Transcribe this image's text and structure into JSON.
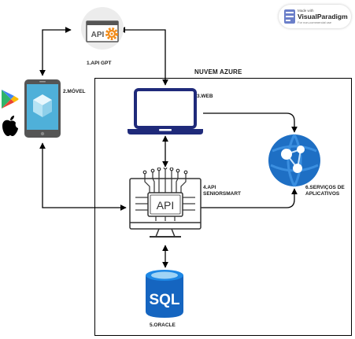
{
  "badge": {
    "made_with": "Made with",
    "brand": "VisualParadigm",
    "note": "For non-commercial use"
  },
  "cloud": {
    "title": "NUVEM AZURE"
  },
  "nodes": {
    "api_gpt": {
      "label": "1.API GPT",
      "icon_text": "API"
    },
    "mobile": {
      "label": "2.MÓVEL"
    },
    "web": {
      "label": "3.WEB"
    },
    "api_senior": {
      "label_line1": "4.API",
      "label_line2": "SENIORSMART",
      "icon_text": "API"
    },
    "oracle": {
      "label": "5.ORACLE",
      "icon_text": "SQL"
    },
    "app_services": {
      "label_line1": "6.SERVIÇOS DE",
      "label_line2": "APLICATIVOS"
    }
  },
  "colors": {
    "navy": "#1f2a7a",
    "azure_blue": "#1e6fc4",
    "sql_blue": "#1565c0",
    "gear_orange": "#f28c1a",
    "api_gray": "#555555"
  },
  "icons": [
    "gear-icon",
    "google-play-icon",
    "apple-icon",
    "app-cube-icon",
    "globe-network-icon",
    "database-icon",
    "laptop-icon",
    "monitor-icon",
    "circuit-icon"
  ]
}
